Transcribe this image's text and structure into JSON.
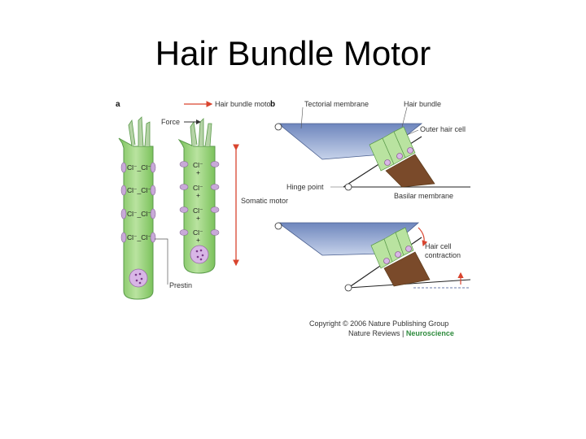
{
  "title": "Hair Bundle Motor",
  "figure": {
    "panel_a": {
      "letter": "a",
      "hair_bundle_motor": "Hair bundle motor",
      "force": "Force",
      "somatic_motor": "Somatic motor",
      "prestin": "Prestin",
      "ion_pair": "Cl⁻_Cl⁻",
      "ion_single": "Cl⁻",
      "plus": "+"
    },
    "panel_b": {
      "letter": "b",
      "tectorial_membrane": "Tectorial membrane",
      "hair_bundle": "Hair bundle",
      "outer_hair_cell": "Outer hair cell",
      "hinge_point": "Hinge point",
      "basilar_membrane": "Basilar membrane",
      "hair_cell_contraction": "Hair cell contraction"
    },
    "copyright": "Copyright © 2006 Nature Publishing Group",
    "journal_prefix": "Nature Reviews | ",
    "journal_name": "Neuroscience",
    "colors": {
      "cell_green": "#9fd67f",
      "cell_outline": "#5a9a4a",
      "prestin_purple": "#c8a9d8",
      "nucleus": "#d8b6e6",
      "tectorial_blue": "#8a9ec9",
      "basilar_brown": "#7a4a2a",
      "arrow_red": "#d9442e",
      "journal_green": "#2e8b3d"
    }
  }
}
